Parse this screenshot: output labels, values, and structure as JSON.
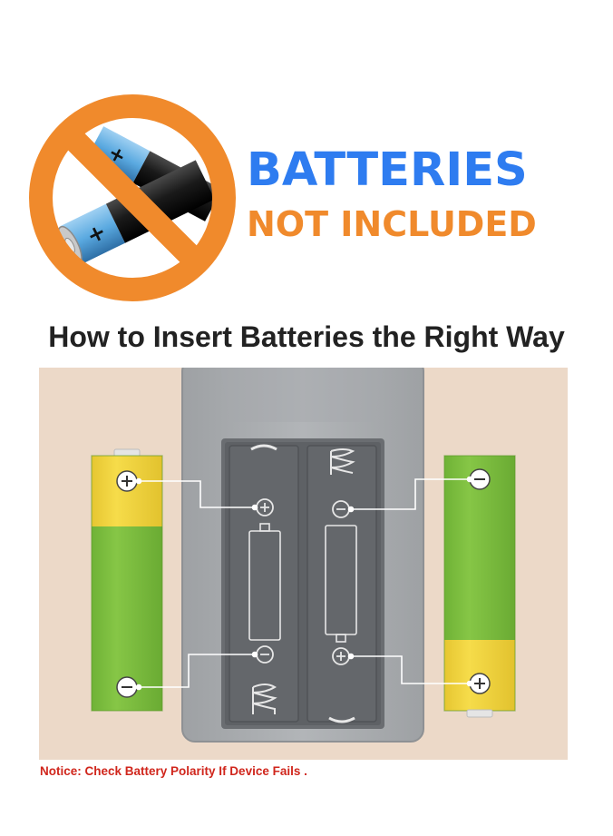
{
  "banner": {
    "line1": "BATTERIES",
    "line2": "NOT INCLUDED",
    "no_sign_color": "#f08a2c",
    "line1_color": "#2e7cf0",
    "line2_color": "#f08a2c",
    "icon": "no-batteries-icon"
  },
  "heading": "How to Insert Batteries the Right Way",
  "diagram": {
    "background_color": "#ecd9c8",
    "remote_color": "#a9acaf",
    "compartment_color": "#5e6165",
    "battery_green": "#7cbd3e",
    "battery_yellow": "#f2d33b",
    "left_battery": {
      "top_terminal": "+",
      "bottom_terminal": "-"
    },
    "right_battery": {
      "top_terminal": "-",
      "bottom_terminal": "+"
    },
    "slot_left": {
      "top_symbol": "+",
      "bottom_symbol": "-"
    },
    "slot_right": {
      "top_symbol": "-",
      "bottom_symbol": "+"
    }
  },
  "notice": "Notice: Check Battery Polarity If Device Fails ."
}
